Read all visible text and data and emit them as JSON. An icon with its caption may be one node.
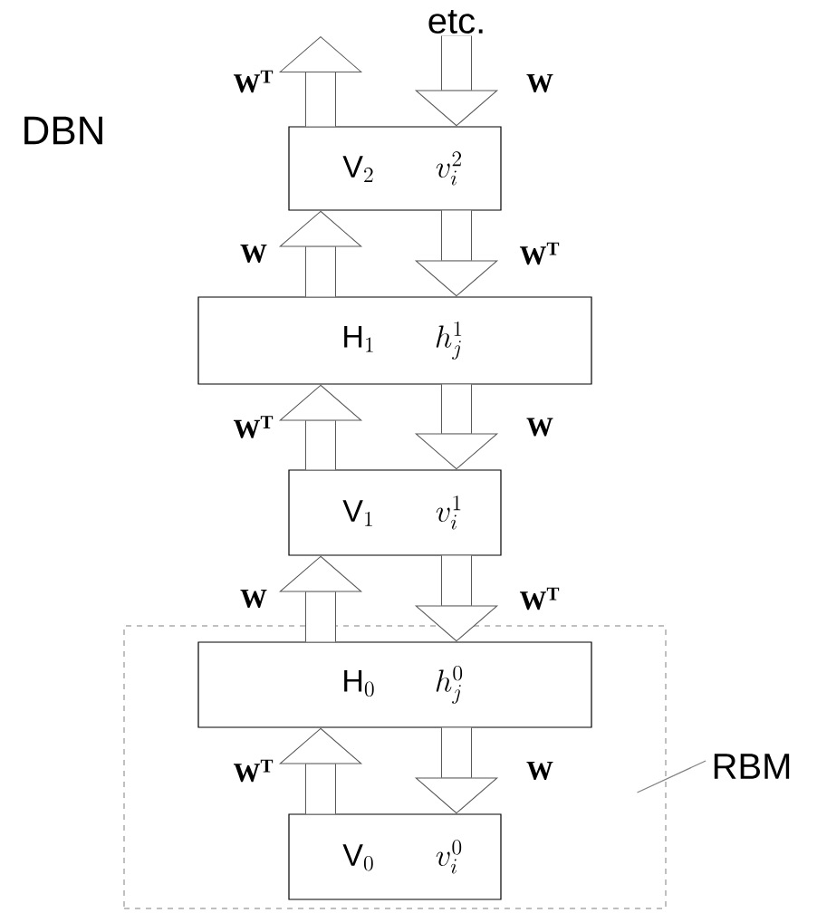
{
  "diagram": {
    "nodes": [
      {
        "text": [
          "etc."
        ]
      },
      {
        "text": [
          "\\mathrm{V}_{2}",
          "v_{i}^{2}"
        ]
      },
      {
        "text": [
          "\\mathrm{H}_{1}",
          "h_{j}^{1}"
        ]
      },
      {
        "text": [
          "\\mathrm{V}_{1}",
          "v_{i}^{1}"
        ]
      },
      {
        "text": [],
        "shape": "box"
      },
      {
        "text": [
          "\\mathrm{H}_{0}",
          "h_{j}^{0}"
        ],
        "in": 4
      },
      {
        "text": [
          "\\mathrm{V}_{0}",
          "v_{i}^{0}"
        ],
        "in": 4
      },
      {
        "text": [
          "RBM"
        ]
      }
    ],
    "edges": [
      {
        "from": 1,
        "to": null,
        "arrow": "to",
        "label": "W$^{T}$"
      },
      {
        "from": 0,
        "to": 1,
        "arrow": "to",
        "label": "W"
      },
      {
        "from": 2,
        "to": 1,
        "arrow": "to",
        "label": "W"
      },
      {
        "from": 1,
        "to": 2,
        "arrow": "to",
        "label": "W$^{T}$"
      },
      {
        "from": 3,
        "to": 2,
        "arrow": "to",
        "label": "W$^{T}$"
      },
      {
        "from": 2,
        "to": 3,
        "arrow": "to",
        "label": "W"
      },
      {
        "from": 5,
        "to": 3,
        "arrow": "to",
        "label": "W"
      },
      {
        "from": 3,
        "to": 5,
        "arrow": "to",
        "label": "W$^{T}$"
      },
      {
        "from": 6,
        "to": 5,
        "arrow": "to",
        "label": "W$^{T}$"
      },
      {
        "from": 5,
        "to": 6,
        "arrow": "to",
        "label": "W"
      },
      {
        "from": 7,
        "to": 4,
        "arrow": "none"
      }
    ],
    "labels": [
      "DBN"
    ]
  }
}
